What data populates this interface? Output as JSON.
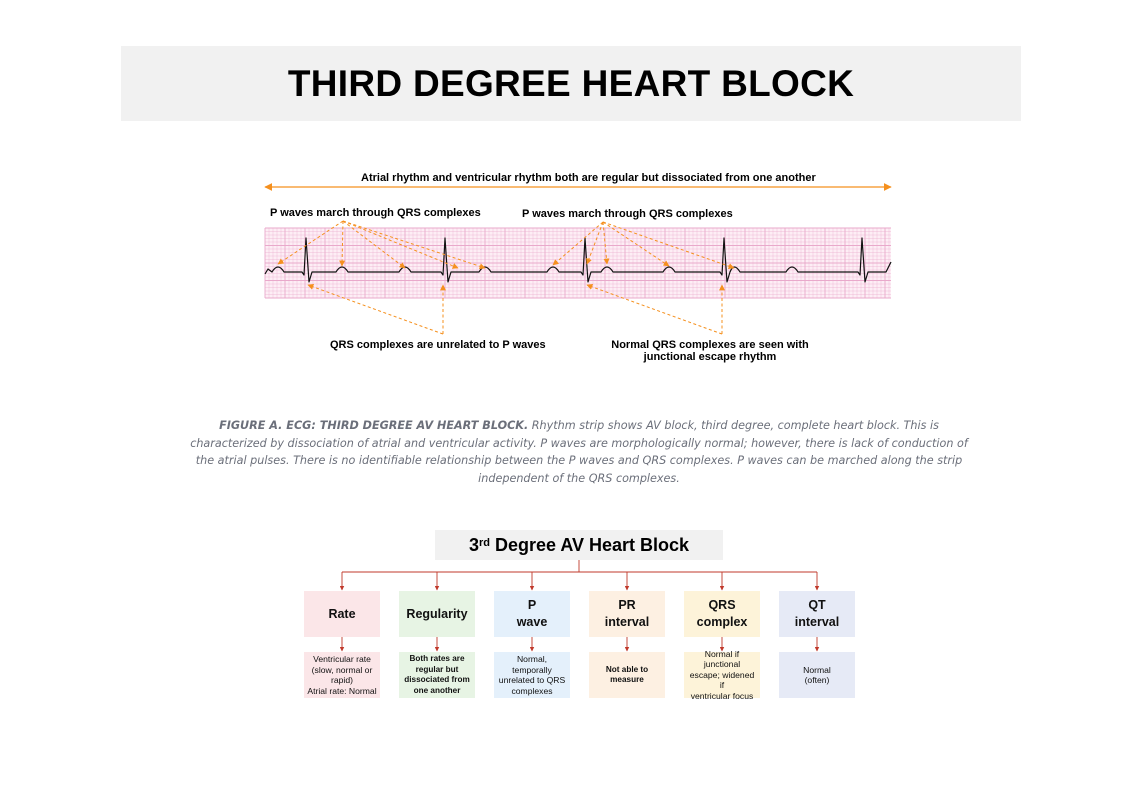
{
  "title": "THIRD DEGREE HEART BLOCK",
  "ecg": {
    "top_label": "Atrial rhythm and ventricular rhythm both are regular but dissociated from one another",
    "p_label_left": "P waves march through QRS complexes",
    "p_label_right": "P waves march through QRS complexes",
    "qrs_label_left": "QRS complexes are unrelated to P waves",
    "qrs_label_right_line1": "Normal QRS complexes are seen with",
    "qrs_label_right_line2": "junctional escape rhythm",
    "colors": {
      "grid": "#e9a9cb",
      "annotation": "#f5901e",
      "trace": "#111111",
      "strip_bg": "#fdeef5"
    }
  },
  "caption": {
    "heading": "FIGURE A. ECG: THIRD DEGREE AV HEART BLOCK.",
    "text": " Rhythm strip shows AV block, third degree, complete heart block. This is characterized by dissociation of atrial and ventricular activity. P waves are morphologically normal; however, there is lack of conduction of the atrial pulses. There is no identifiable relationship between the P waves and QRS complexes. P waves can be marched along the strip independent of the QRS complexes."
  },
  "flow": {
    "title_main": "3",
    "title_sup": "rd",
    "title_rest": " Degree AV Heart Block",
    "line_color": "#c0392b",
    "categories": [
      {
        "label_1": "Rate",
        "label_2": "",
        "color": "#fbe6e8",
        "desc_color": "#fbe6e8",
        "desc_1": "Ventricular rate",
        "desc_2": "(slow, normal or",
        "desc_3": "rapid)",
        "desc_4": "Atrial rate: Normal",
        "desc_bold": false
      },
      {
        "label_1": "Regularity",
        "label_2": "",
        "color": "#e7f4e4",
        "desc_color": "#e7f4e4",
        "desc_1": "Both rates are",
        "desc_2": "regular but",
        "desc_3": "dissociated from",
        "desc_4": "one another",
        "desc_bold": true
      },
      {
        "label_1": "P",
        "label_2": "wave",
        "color": "#e4f0fb",
        "desc_color": "#e4f0fb",
        "desc_1": "Normal, temporally",
        "desc_2": "unrelated to QRS",
        "desc_3": "complexes",
        "desc_4": "",
        "desc_bold": false
      },
      {
        "label_1": "PR",
        "label_2": "interval",
        "color": "#fdf0e2",
        "desc_color": "#fdf0e2",
        "desc_1": "Not able to",
        "desc_2": "measure",
        "desc_3": "",
        "desc_4": "",
        "desc_bold": true
      },
      {
        "label_1": "QRS",
        "label_2": "complex",
        "color": "#fdf3d9",
        "desc_color": "#fdf3d9",
        "desc_1": "Normal if junctional",
        "desc_2": "escape; widened if",
        "desc_3": "ventricular focus",
        "desc_4": "",
        "desc_bold": false
      },
      {
        "label_1": "QT",
        "label_2": "interval",
        "color": "#e6eaf6",
        "desc_color": "#e6eaf6",
        "desc_1": "Normal",
        "desc_2": "(often)",
        "desc_3": "",
        "desc_4": "",
        "desc_bold": false
      }
    ]
  }
}
